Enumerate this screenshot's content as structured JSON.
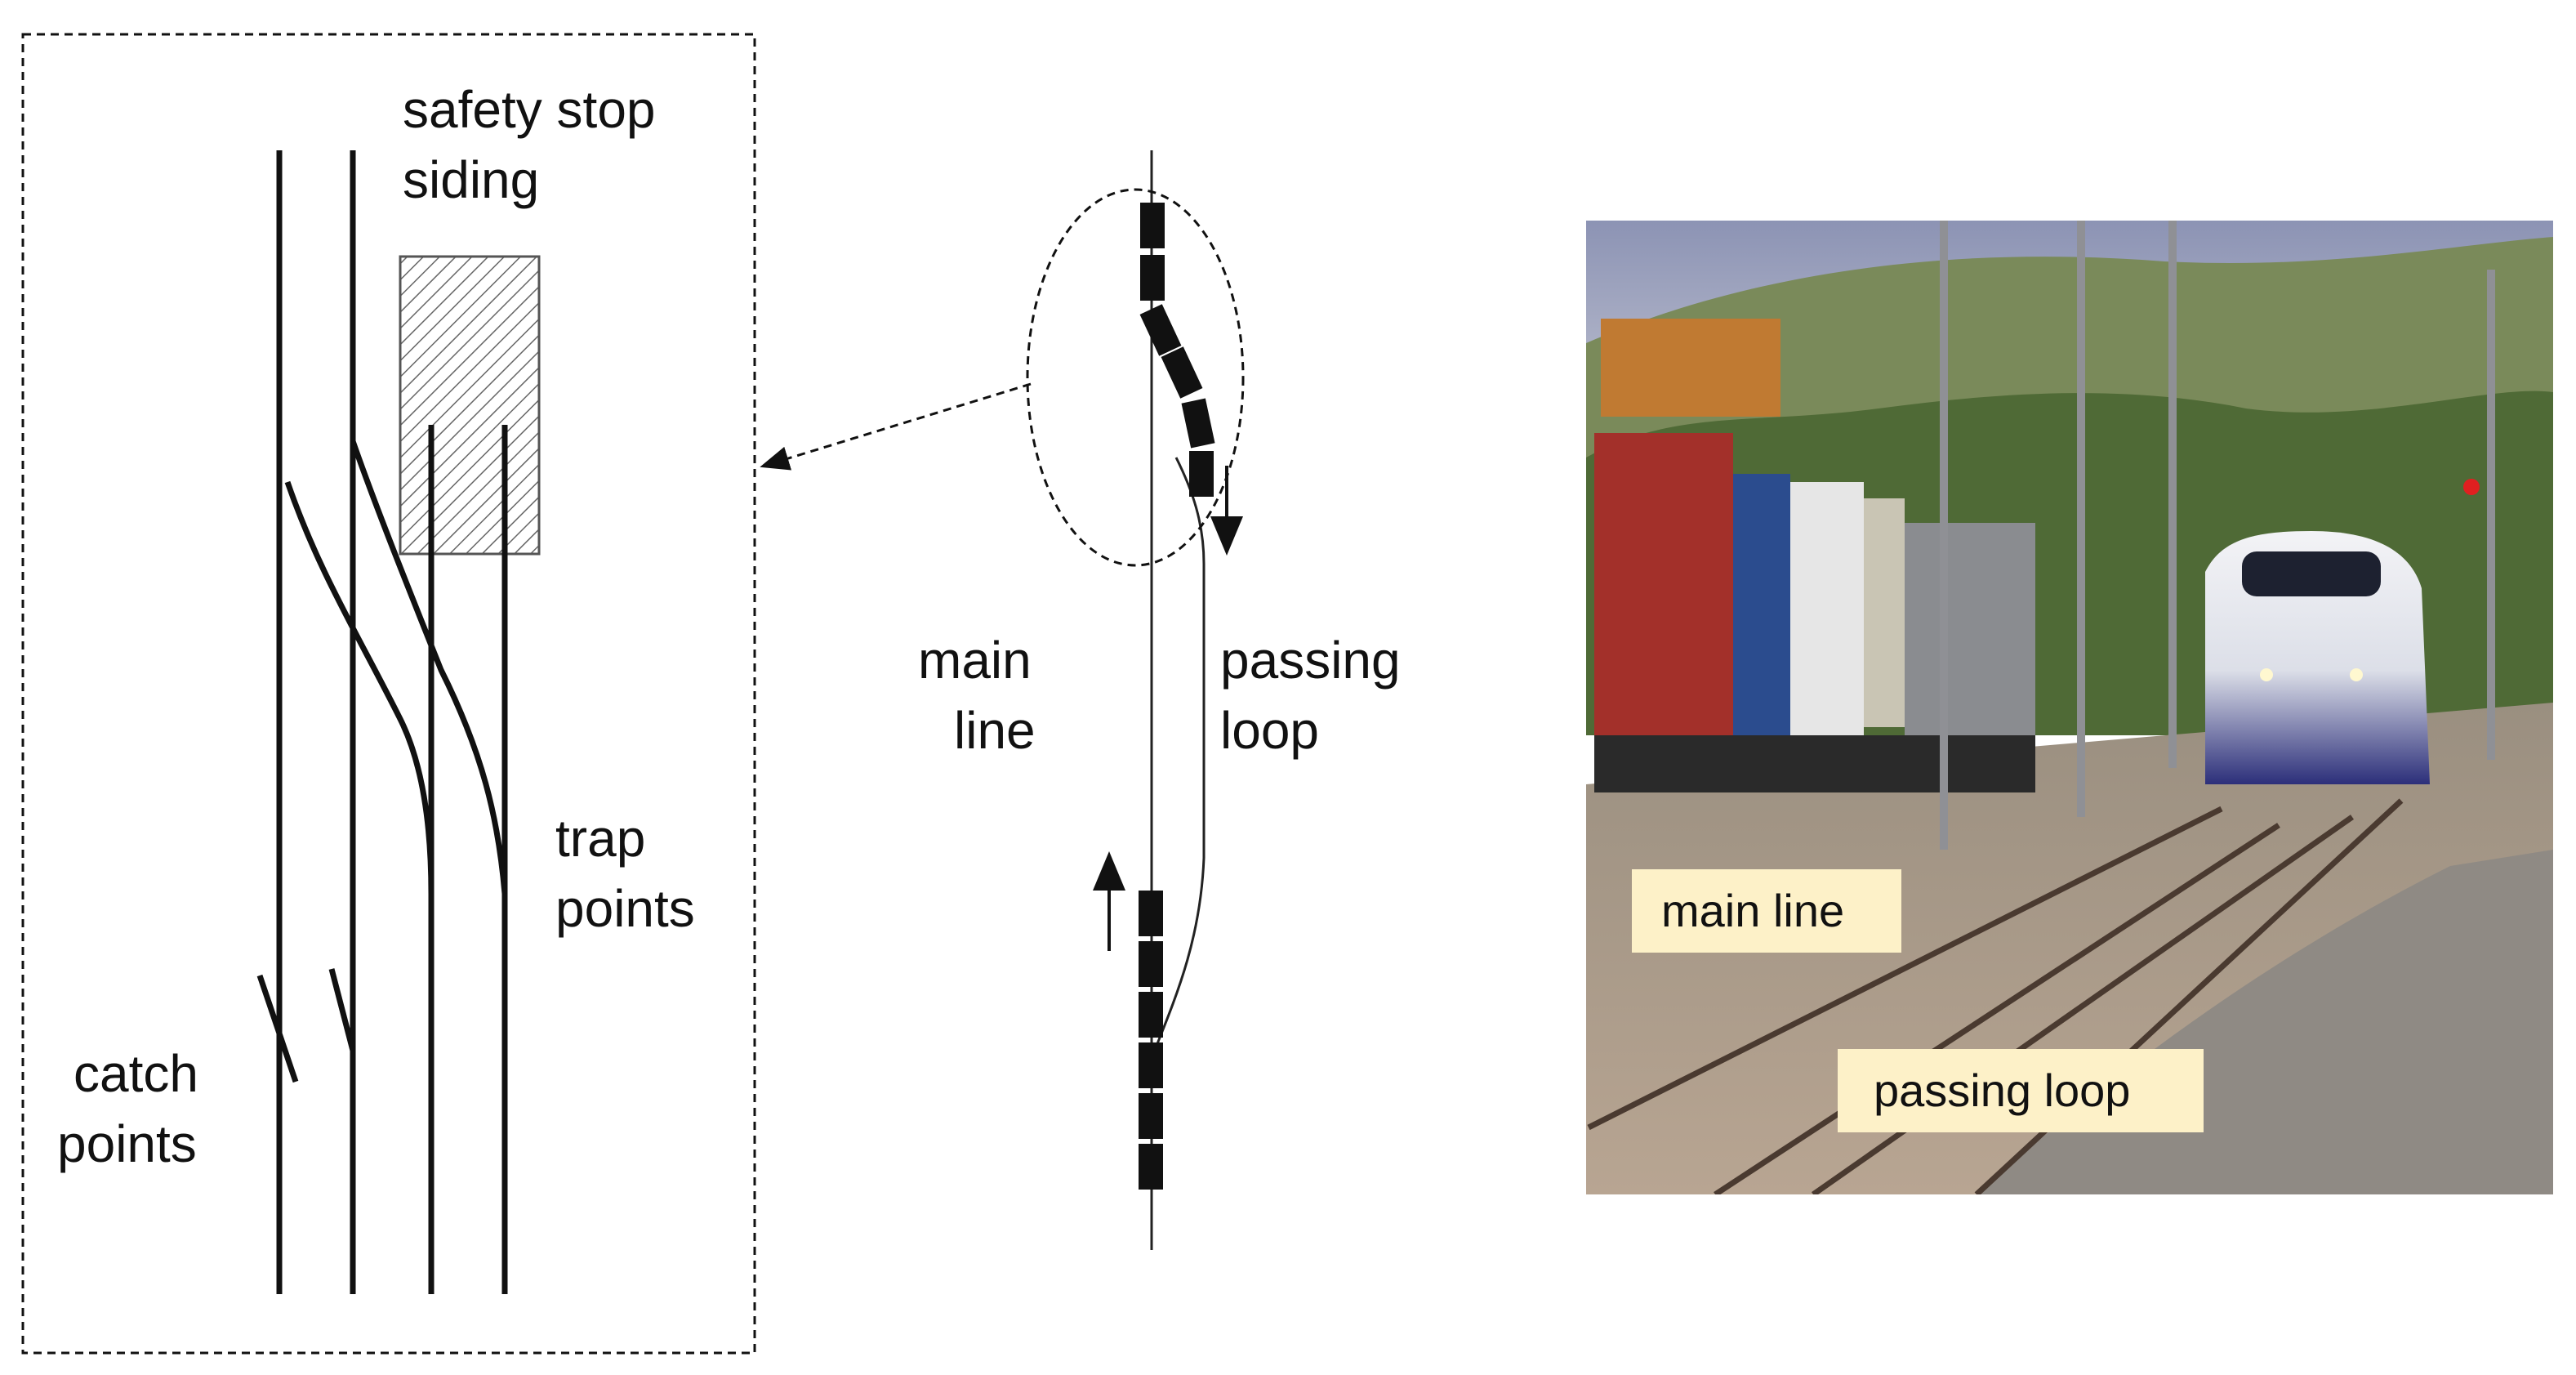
{
  "detail_labels": {
    "safety_stop": [
      "safety stop",
      "siding"
    ],
    "trap_points": [
      "trap",
      "points"
    ],
    "catch_points": [
      "catch",
      "points"
    ]
  },
  "loop_labels": {
    "main_line": [
      "main",
      "line"
    ],
    "passing_loop": [
      "passing",
      "loop"
    ]
  },
  "photo_labels": {
    "main_line": "main line",
    "passing_loop": "passing loop"
  },
  "colors": {
    "ink": "#111111",
    "label_box": "#fdf1c8",
    "hatch_border": "#555555"
  }
}
